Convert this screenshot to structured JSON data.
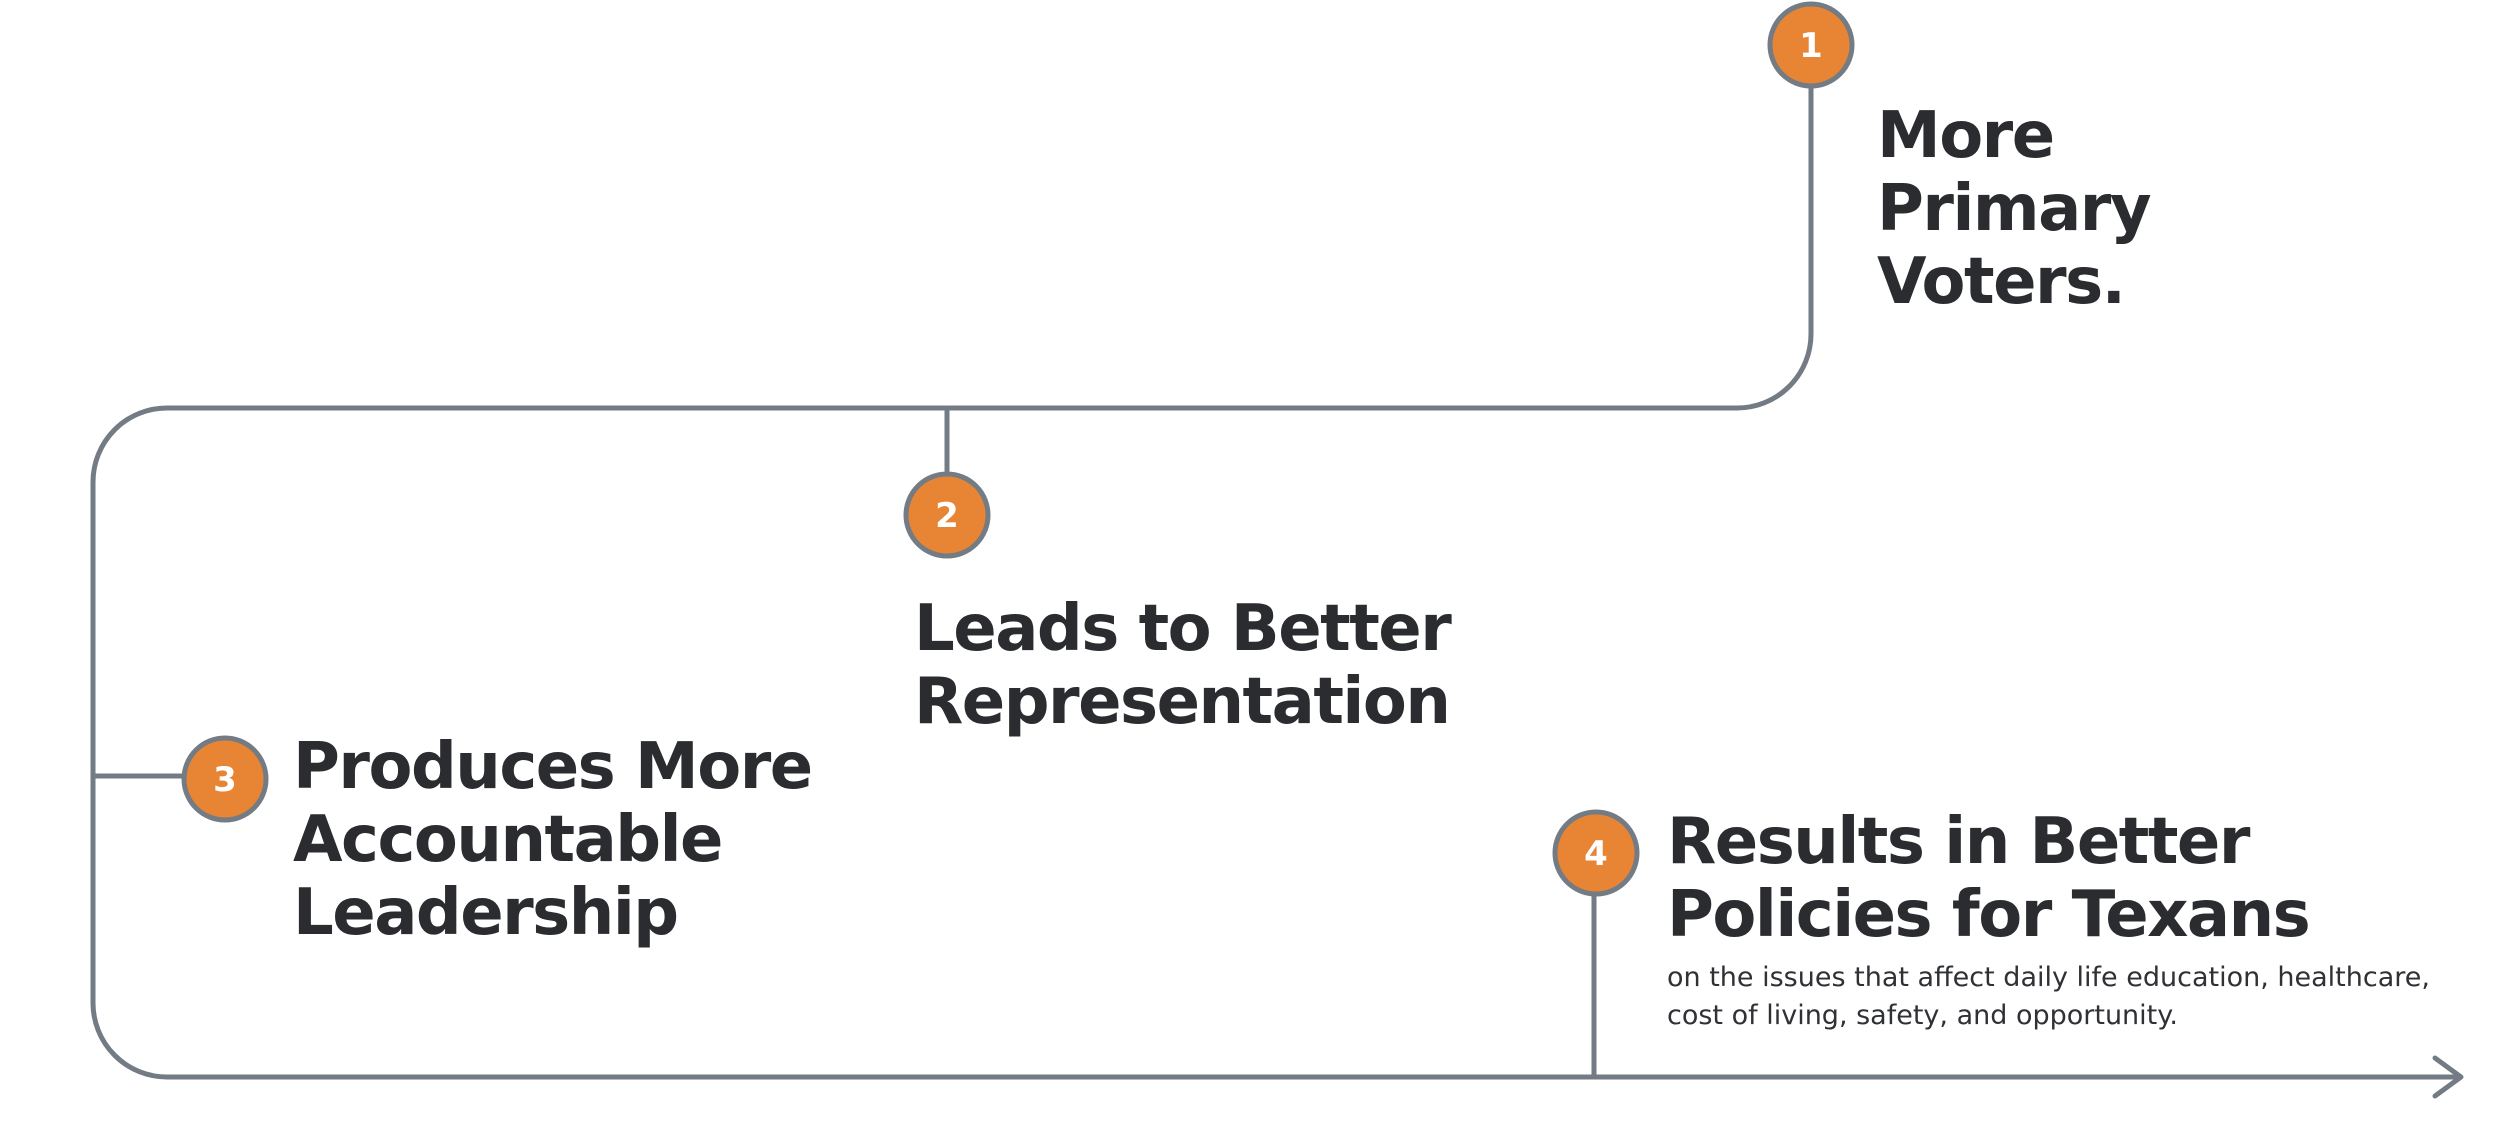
{
  "colors": {
    "line": "#737b84",
    "node_fill": "#e88535",
    "node_stroke": "#737b84",
    "node_number": "#ffffff",
    "title_text": "#2a2c2f",
    "desc_text": "#2f3135"
  },
  "icons": {
    "flow_end": "arrow-head-icon"
  },
  "steps": [
    {
      "number": "1",
      "title": "More\nPrimary\nVoters."
    },
    {
      "number": "2",
      "title": "Leads to Better\nRepresentation"
    },
    {
      "number": "3",
      "title": "Produces More\nAccountable\nLeadership"
    },
    {
      "number": "4",
      "title": "Results in Better\nPolicies for Texans",
      "description": "on the issues that affect daily life education, healthcare, cost of living, safety, and opportunity."
    }
  ]
}
